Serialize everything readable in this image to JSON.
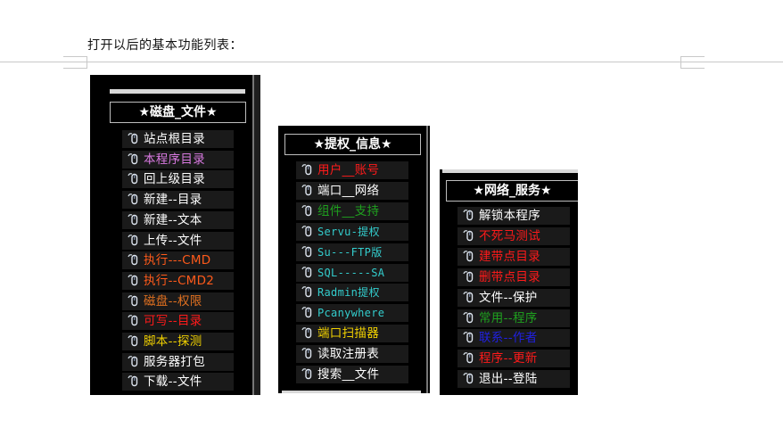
{
  "caption": "打开以后的基本功能列表：",
  "panels": [
    {
      "title": "★磁盘_文件★",
      "items": [
        {
          "label": "站点根目录",
          "color": "#ffffff"
        },
        {
          "label": "本程序目录",
          "color": "#d879e0"
        },
        {
          "label": "回上级目录",
          "color": "#ffffff"
        },
        {
          "label": "新建--目录",
          "color": "#ffffff"
        },
        {
          "label": "新建--文本",
          "color": "#ffffff"
        },
        {
          "label": "上传--文件",
          "color": "#ffffff"
        },
        {
          "label": "执行---CMD",
          "color": "#ff5a1a"
        },
        {
          "label": "执行--CMD2",
          "color": "#ff5a1a"
        },
        {
          "label": "磁盘--权限",
          "color": "#e07020"
        },
        {
          "label": "可写--目录",
          "color": "#ff1a1a"
        },
        {
          "label": "脚本--探测",
          "color": "#f0d000"
        },
        {
          "label": "服务器打包",
          "color": "#ffffff"
        },
        {
          "label": "下载--文件",
          "color": "#ffffff"
        }
      ]
    },
    {
      "title": "★提权_信息★",
      "items": [
        {
          "label": "用户__账号",
          "color": "#ff1a1a"
        },
        {
          "label": "端口__网络",
          "color": "#ffffff"
        },
        {
          "label": "组件__支持",
          "color": "#1fa01f"
        },
        {
          "label": "Servu-提权",
          "color": "#33cccc"
        },
        {
          "label": "Su---FTP版",
          "color": "#33cccc"
        },
        {
          "label": "SQL-----SA",
          "color": "#33cccc"
        },
        {
          "label": "Radmin提权",
          "color": "#33cccc"
        },
        {
          "label": "Pcanywhere",
          "color": "#33cccc"
        },
        {
          "label": "端口扫描器",
          "color": "#f0d000"
        },
        {
          "label": "读取注册表",
          "color": "#ffffff"
        },
        {
          "label": "搜索__文件",
          "color": "#ffffff"
        }
      ]
    },
    {
      "title": "★网络_服务★",
      "items": [
        {
          "label": "解锁本程序",
          "color": "#ffffff"
        },
        {
          "label": "不死马测试",
          "color": "#ff1a1a"
        },
        {
          "label": "建带点目录",
          "color": "#ff1a1a"
        },
        {
          "label": "删带点目录",
          "color": "#ff1a1a"
        },
        {
          "label": "文件--保护",
          "color": "#ffffff"
        },
        {
          "label": "常用--程序",
          "color": "#1fa01f"
        },
        {
          "label": "联系--作者",
          "color": "#2020e0"
        },
        {
          "label": "程序--更新",
          "color": "#ff1a1a"
        },
        {
          "label": "退出--登陆",
          "color": "#ffffff"
        }
      ]
    }
  ],
  "icons": {
    "item_icon": "mouse-icon"
  }
}
